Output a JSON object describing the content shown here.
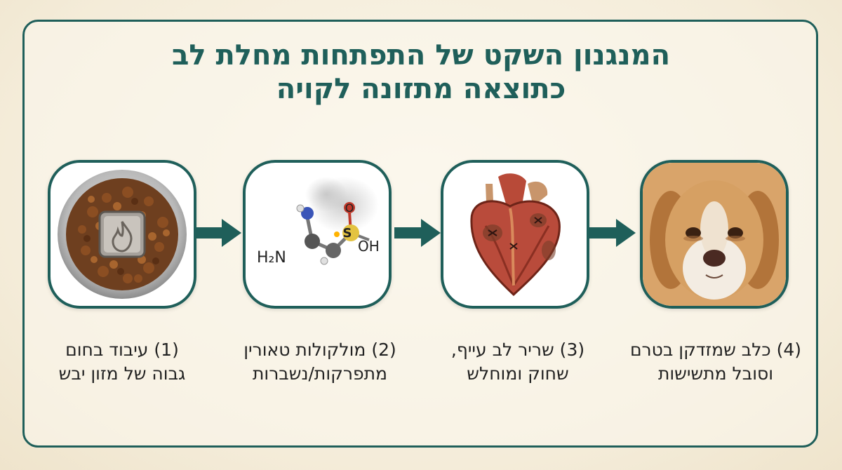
{
  "title": {
    "line1": "המנגנון השקט של התפתחות מחלת לב",
    "line2": "כתוצאה מתזונה לקויה"
  },
  "steps": [
    {
      "line1": "(1) עיבוד בחום",
      "line2": "גבוה של מזון יבש",
      "icon": "dog-food-bowl-fire-icon"
    },
    {
      "line1": "(2) מולקולות טאורין",
      "line2": "מתפרקות/נשברות",
      "icon": "taurine-molecule-icon"
    },
    {
      "line1": "(3) שריר לב עייף,",
      "line2": "שחוק ומוחלש",
      "icon": "damaged-heart-icon"
    },
    {
      "line1": "(4) כלב שמזדקן בטרם",
      "line2": "וסובל מתשישות",
      "icon": "tired-dog-icon"
    }
  ],
  "molecule_labels": {
    "amine": "H₂N",
    "sulfur": "S",
    "oxygen": "O",
    "hydroxyl": "OH"
  },
  "colors": {
    "accent": "#1f5f5a",
    "background": "#f6efdf",
    "arrow": "#1f5f5a"
  }
}
